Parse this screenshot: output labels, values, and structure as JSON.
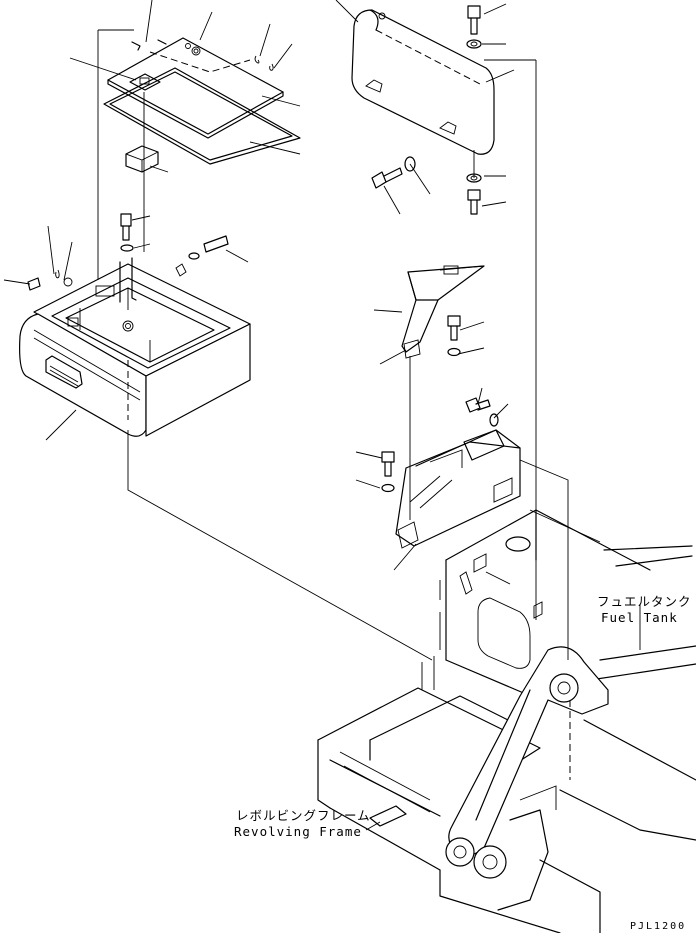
{
  "labels": {
    "fuel_tank_jp": "フュエルタンク",
    "fuel_tank_en": "Fuel Tank",
    "revolving_frame_jp": "レボルビングフレーム",
    "revolving_frame_en": "Revolving Frame",
    "drawing_code": "PJL1200"
  }
}
